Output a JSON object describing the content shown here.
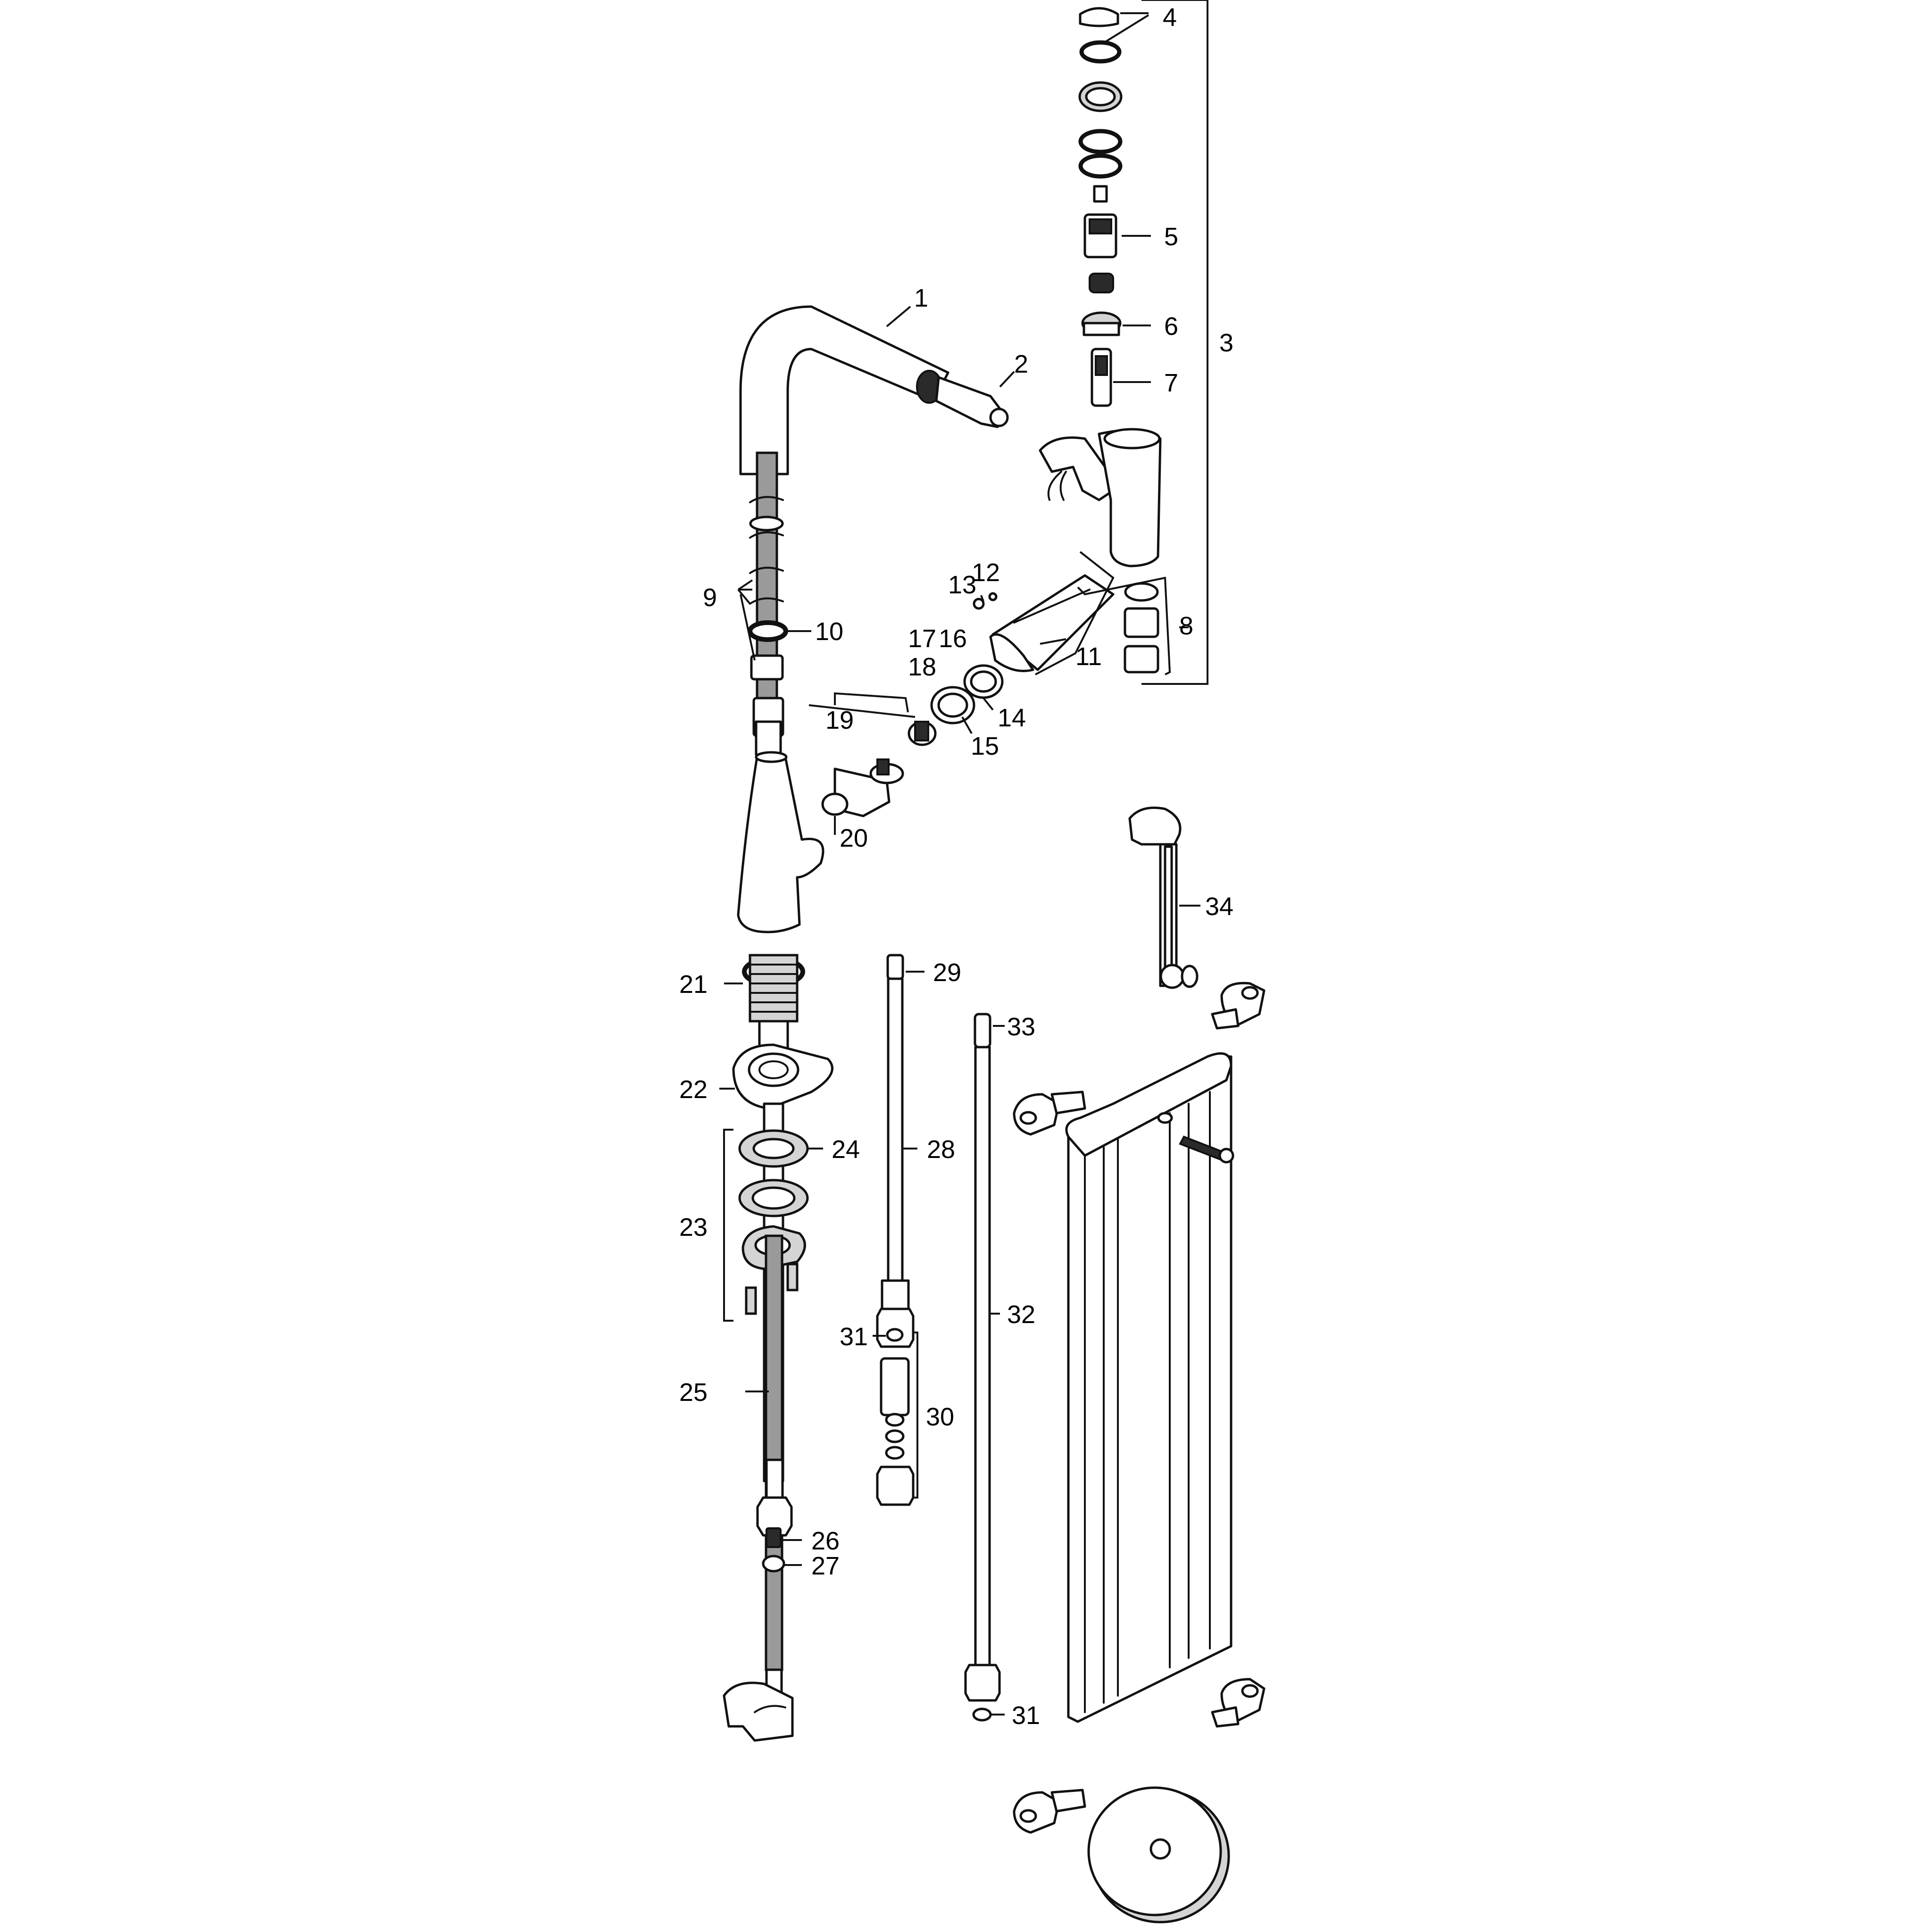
{
  "labels": {
    "l1": "1",
    "l2": "2",
    "l3": "3",
    "l4": "4",
    "l5": "5",
    "l6": "6",
    "l7": "7",
    "l8": "8",
    "l9": "9",
    "l10": "10",
    "l11": "11",
    "l12": "12",
    "l13": "13",
    "l14": "14",
    "l15": "15",
    "l16": "16",
    "l17": "17",
    "l18": "18",
    "l19": "19",
    "l20": "20",
    "l21": "21",
    "l22": "22",
    "l23": "23",
    "l24": "24",
    "l25": "25",
    "l26": "26",
    "l27": "27",
    "l28": "28",
    "l29": "29",
    "l30": "30",
    "l31a": "31",
    "l31b": "31",
    "l32": "32",
    "l33": "33",
    "l34": "34"
  }
}
